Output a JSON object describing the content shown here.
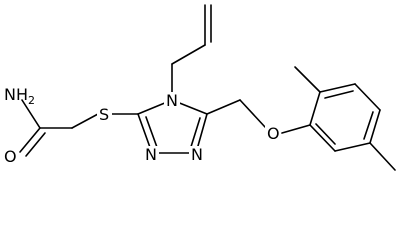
{
  "structure": {
    "atoms": {
      "amide_n": "NH",
      "amide_n_sub": "2",
      "amide_o": "O",
      "thio_s": "S",
      "ring_n4": "N",
      "ring_n2": "N",
      "ring_n1": "N",
      "ether_o": "O"
    }
  }
}
